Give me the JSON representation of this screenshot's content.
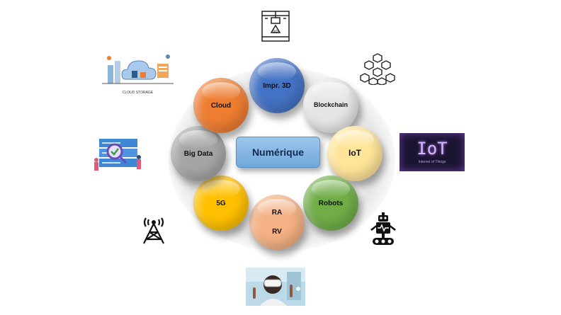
{
  "center": {
    "label": "Numérique"
  },
  "nodes": {
    "impr3d": {
      "label": "Impr. 3D",
      "color": "#4472c4"
    },
    "blockchain": {
      "label": "Blockchain",
      "color": "#e6e6e6"
    },
    "iot": {
      "label": "IoT",
      "color": "#ffe599"
    },
    "robots": {
      "label": "Robots",
      "color": "#70ad47"
    },
    "rarv": {
      "label1": "RA",
      "label2": "RV",
      "color": "#f4b183"
    },
    "fiveg": {
      "label": "5G",
      "color": "#ffc000"
    },
    "bigdata": {
      "label": "Big Data",
      "color": "#a5a5a5"
    },
    "cloud": {
      "label": "Cloud",
      "color": "#ed7d31"
    }
  },
  "images": {
    "cloud_storage_caption": "CLOUD STORAGE",
    "iot_picture_text": "IoT",
    "iot_picture_subtext": "Internet of Things",
    "icons": [
      "3d-printer-icon",
      "blockchain-cubes-icon",
      "iot-picture",
      "robot-icon",
      "vr-headset-photo",
      "antenna-tower-icon",
      "big-data-illustration",
      "cloud-storage-illustration"
    ]
  }
}
